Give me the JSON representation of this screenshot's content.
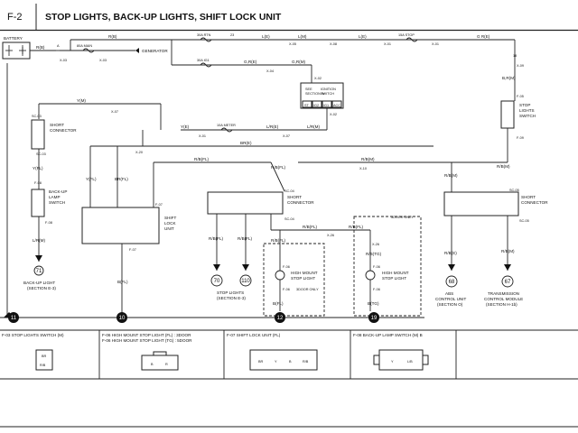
{
  "header": {
    "page": "F-2",
    "title": "STOP LIGHTS, BACK-UP LIGHTS, SHIFT LOCK UNIT"
  },
  "components": {
    "battery": "BATTERY",
    "generator": "GENERATOR",
    "ignition_switch": [
      "SEE",
      "SECTION W",
      "IGNITION",
      "SWITCH"
    ],
    "ign_terminals": [
      "ST",
      "IG2",
      "IG1",
      "ACC"
    ],
    "short_connector": [
      "SHORT",
      "CONNECTOR"
    ],
    "backup_switch": [
      "BACK-UP",
      "LAMP",
      "SWITCH"
    ],
    "shift_lock": [
      "SHIFT",
      "LOCK",
      "UNIT"
    ],
    "stop_switch": [
      "STOP",
      "LIGHTS",
      "SWITCH"
    ],
    "high_mount_left": [
      "HIGH MOUNT",
      "STOP LIGHT"
    ],
    "high_mount_right": [
      "HIGH MOUNT",
      "STOP LIGHT"
    ],
    "door3": "3DOOR ONLY",
    "door5": "5DOOR ONLY"
  },
  "fuses": {
    "main": "80A MAIN",
    "rtn": "30A RTN",
    "ig1": "30A IG1",
    "stop": "15A STOP",
    "meter": "10A METER"
  },
  "wires": {
    "rb": "R(B)",
    "le": "L(E)",
    "lm": "L(M)",
    "le2": "L(E)",
    "gr_e": "G R(E)",
    "gr_e2": "G,R(E)",
    "gr_m": "G,R(M)",
    "ym": "Y(M)",
    "y_e": "Y(E)",
    "lr_e": "L/R(E)",
    "lr_m": "L/R(M)",
    "br_e": "BR(E)",
    "bk_m": "B,R(M)",
    "y_fl": "Y(FL)",
    "br_fl": "BR(FL)",
    "rb_fl": "R/B(FL)",
    "rb_fl2": "R/B(FL)",
    "rb_fl3": "R/B(FL)",
    "rb_fl4": "R/B(FL)",
    "rb_fl5": "R/B(FL)",
    "rb_fl6": "R/B(FL)",
    "rb_fl7": "R/B(FL)",
    "ym2": "Y(M)",
    "lrm": "L/R(M)",
    "bfl": "B(FL)",
    "bfl2": "B(FL)",
    "btg": "B(TG)",
    "rbtg": "R/B(TG)",
    "rbm": "R/B(M)",
    "rbm2": "R/B(M)",
    "rbm3": "R/B(M)",
    "rbm4": "R/B(M)",
    "rb_e": "R/B(E)"
  },
  "connectors": {
    "x01": "X-01",
    "x02": "X-02",
    "x03": "X-03",
    "x04": "X-04",
    "x05": "X-05",
    "x07": "X-07",
    "x08": "X-08",
    "x09": "X-09",
    "x10": "X-10",
    "x20": "X-20",
    "x26": "X-26",
    "sc03": "SC-03",
    "sc03b": "SC-03",
    "sc04": "SC-04",
    "sc04b": "SC-04",
    "sc05": "SC-05",
    "sc05b": "SC-05",
    "f05": "F-05",
    "f06": "F-06",
    "f06b": "F-06",
    "f07": "F-07",
    "f07b": "F-07",
    "f08": "F-08",
    "f09": "F-09"
  },
  "references": {
    "r71": "71",
    "r70": "70",
    "r110": "110",
    "r68": "68",
    "r67": "67",
    "g10": "10",
    "g12": "12",
    "g19": "19",
    "g11": "11"
  },
  "captions": {
    "backup": [
      "BACK-UP LIGHT",
      "(SECTION E-3)"
    ],
    "stop": [
      "STOP LIGHTS",
      "(SECTION E-3)"
    ],
    "abs": [
      "ABS",
      "CONTROL UNIT",
      "(SECTION O)"
    ],
    "tcm": [
      "TRANSMISSION",
      "CONTROL MODULE",
      "(SECTION H-1b)"
    ]
  },
  "connector_views": {
    "c1_title": "F-03 STOP LIGHTS SWITCH (M)",
    "c1_pins": [
      "BR",
      "R/B"
    ],
    "c2_title_a": "F-06 HIGH MOUNT STOP LIGHT (FL) : 3DOOR",
    "c2_title_b": "F-06 HIGH MOUNT STOP LIGHT (TG) : 5DOOR",
    "c2_pins": [
      "B",
      "R"
    ],
    "c3_title": "F-07 SHIFT LOCK UNIT (FL)",
    "c3_pins": [
      "BR",
      "Y",
      "B",
      "R/B"
    ],
    "c4_title": "F-08 BACK-UP LAMP SWITCH (M) B",
    "c4_pins": [
      "Y",
      "L/B"
    ]
  }
}
